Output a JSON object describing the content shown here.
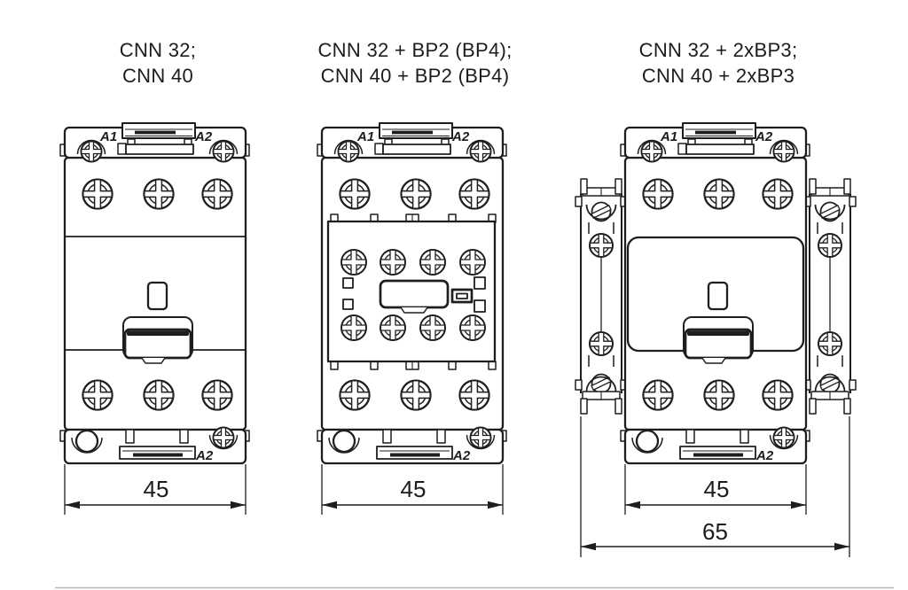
{
  "page": {
    "background": "#ffffff",
    "ink_color": "#1e1e1e"
  },
  "drawing": {
    "kind": "contactor-dimension-diagram",
    "variants": [
      {
        "title_line1": "CNN 32;",
        "title_line2": "CNN 40",
        "terminal_top_left": "A1",
        "terminal_top_right": "A2",
        "terminal_bottom": "A2",
        "width_dim": "45"
      },
      {
        "title_line1": "CNN 32 + BP2 (BP4);",
        "title_line2": "CNN 40 + BP2 (BP4)",
        "terminal_top_left": "A1",
        "terminal_top_right": "A2",
        "terminal_bottom": "A2",
        "width_dim": "45"
      },
      {
        "title_line1": "CNN 32 + 2xBP3;",
        "title_line2": "CNN 40 + 2xBP3",
        "terminal_top_left": "A1",
        "terminal_top_right": "A2",
        "terminal_bottom": "A2",
        "width_dim": "45",
        "overall_width_dim": "65"
      }
    ]
  }
}
